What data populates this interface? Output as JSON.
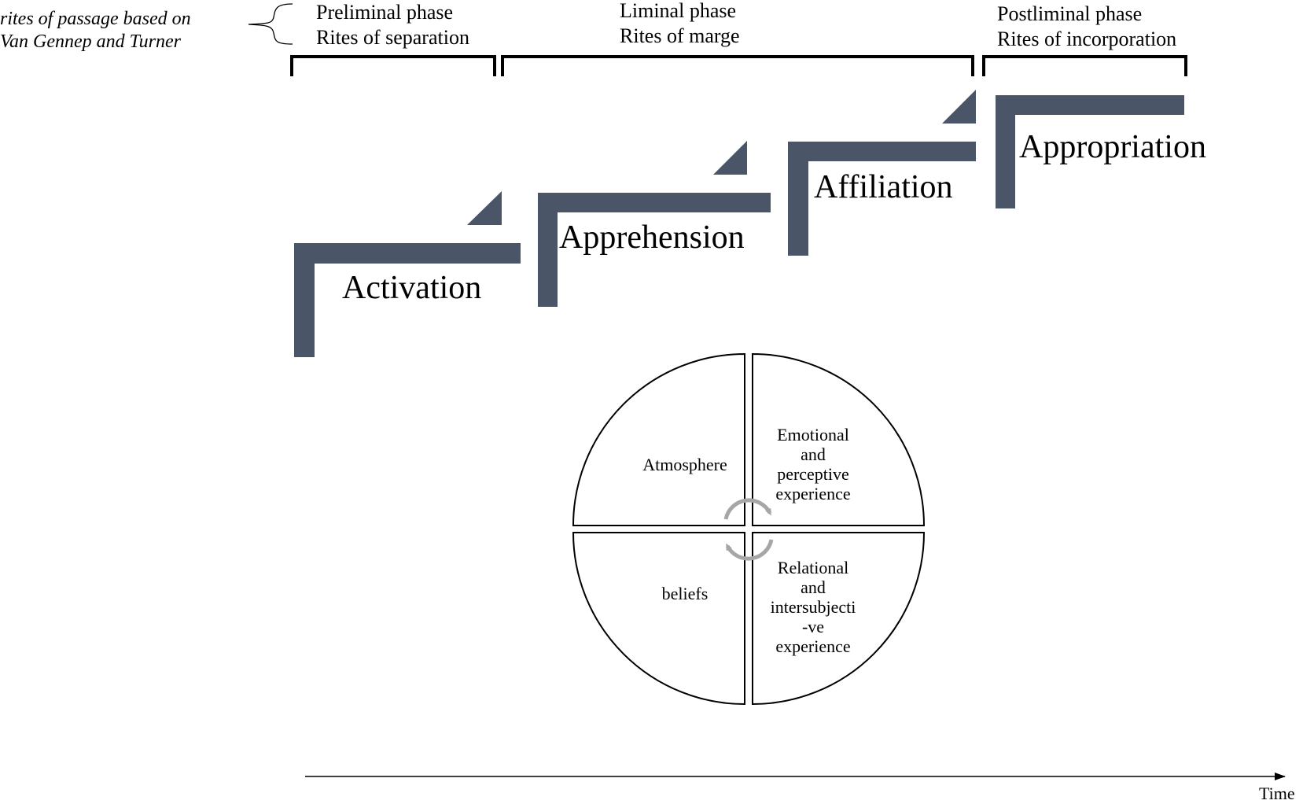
{
  "caption": {
    "line1": "rites of passage based on",
    "line2": "Van Gennep and Turner"
  },
  "phases": [
    {
      "name": "Preliminal phase",
      "rite": "Rites of separation"
    },
    {
      "name": "Liminal phase",
      "rite": "Rites of marge"
    },
    {
      "name": "Postliminal phase",
      "rite": "Rites of incorporation"
    }
  ],
  "stages": [
    {
      "label": "Activation"
    },
    {
      "label": "Apprehension"
    },
    {
      "label": "Affiliation"
    },
    {
      "label": "Appropriation"
    }
  ],
  "quadrants": {
    "top_left": [
      "Atmosphere"
    ],
    "top_right": [
      "Emotional",
      "and",
      "perceptive",
      "experience"
    ],
    "bottom_left": [
      "beliefs"
    ],
    "bottom_right": [
      "Relational",
      "and",
      "intersubjecti",
      "-ve",
      "experience"
    ]
  },
  "axis": {
    "label": "Time"
  },
  "colors": {
    "stair": "#4b5568",
    "cycle_arrows": "#a6a6a6",
    "brackets": "#000000"
  }
}
